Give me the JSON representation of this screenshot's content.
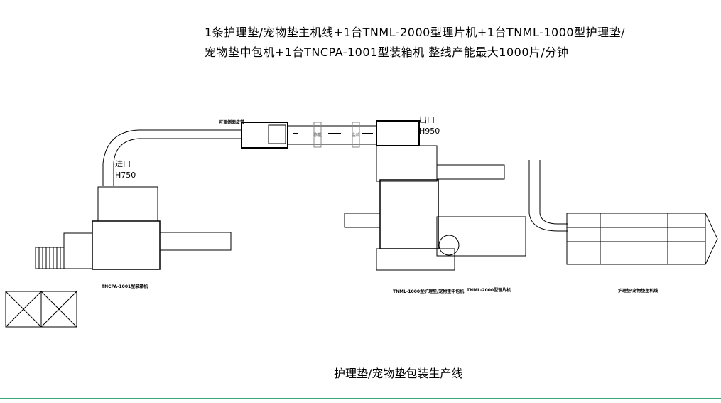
{
  "title": {
    "line1": "1条护理垫/宠物垫主机线+1台TNML-2000型理片机+1台TNML-1000型护理垫/",
    "line2": "宠物垫中包机+1台TNCPA-1001型装箱机 整线产能最大1000片/分钟"
  },
  "labels": {
    "outlet": "出口",
    "outlet_height": "H950",
    "inlet": "进口",
    "inlet_height": "H750",
    "adjustable_belt": "可调倒面皮带",
    "weighing": "称重",
    "metal_detect": "金检"
  },
  "machines": {
    "case_packer": "TNCPA-1001型装箱机",
    "bagger": "TNML-1000型护理垫/宠物垫中包机",
    "sorter": "TNML-2000型理片机",
    "main_line": "护理垫/宠物垫主机线"
  },
  "footer": "护理垫/宠物垫包装生产线",
  "colors": {
    "accent_line": "#3aa57a"
  }
}
